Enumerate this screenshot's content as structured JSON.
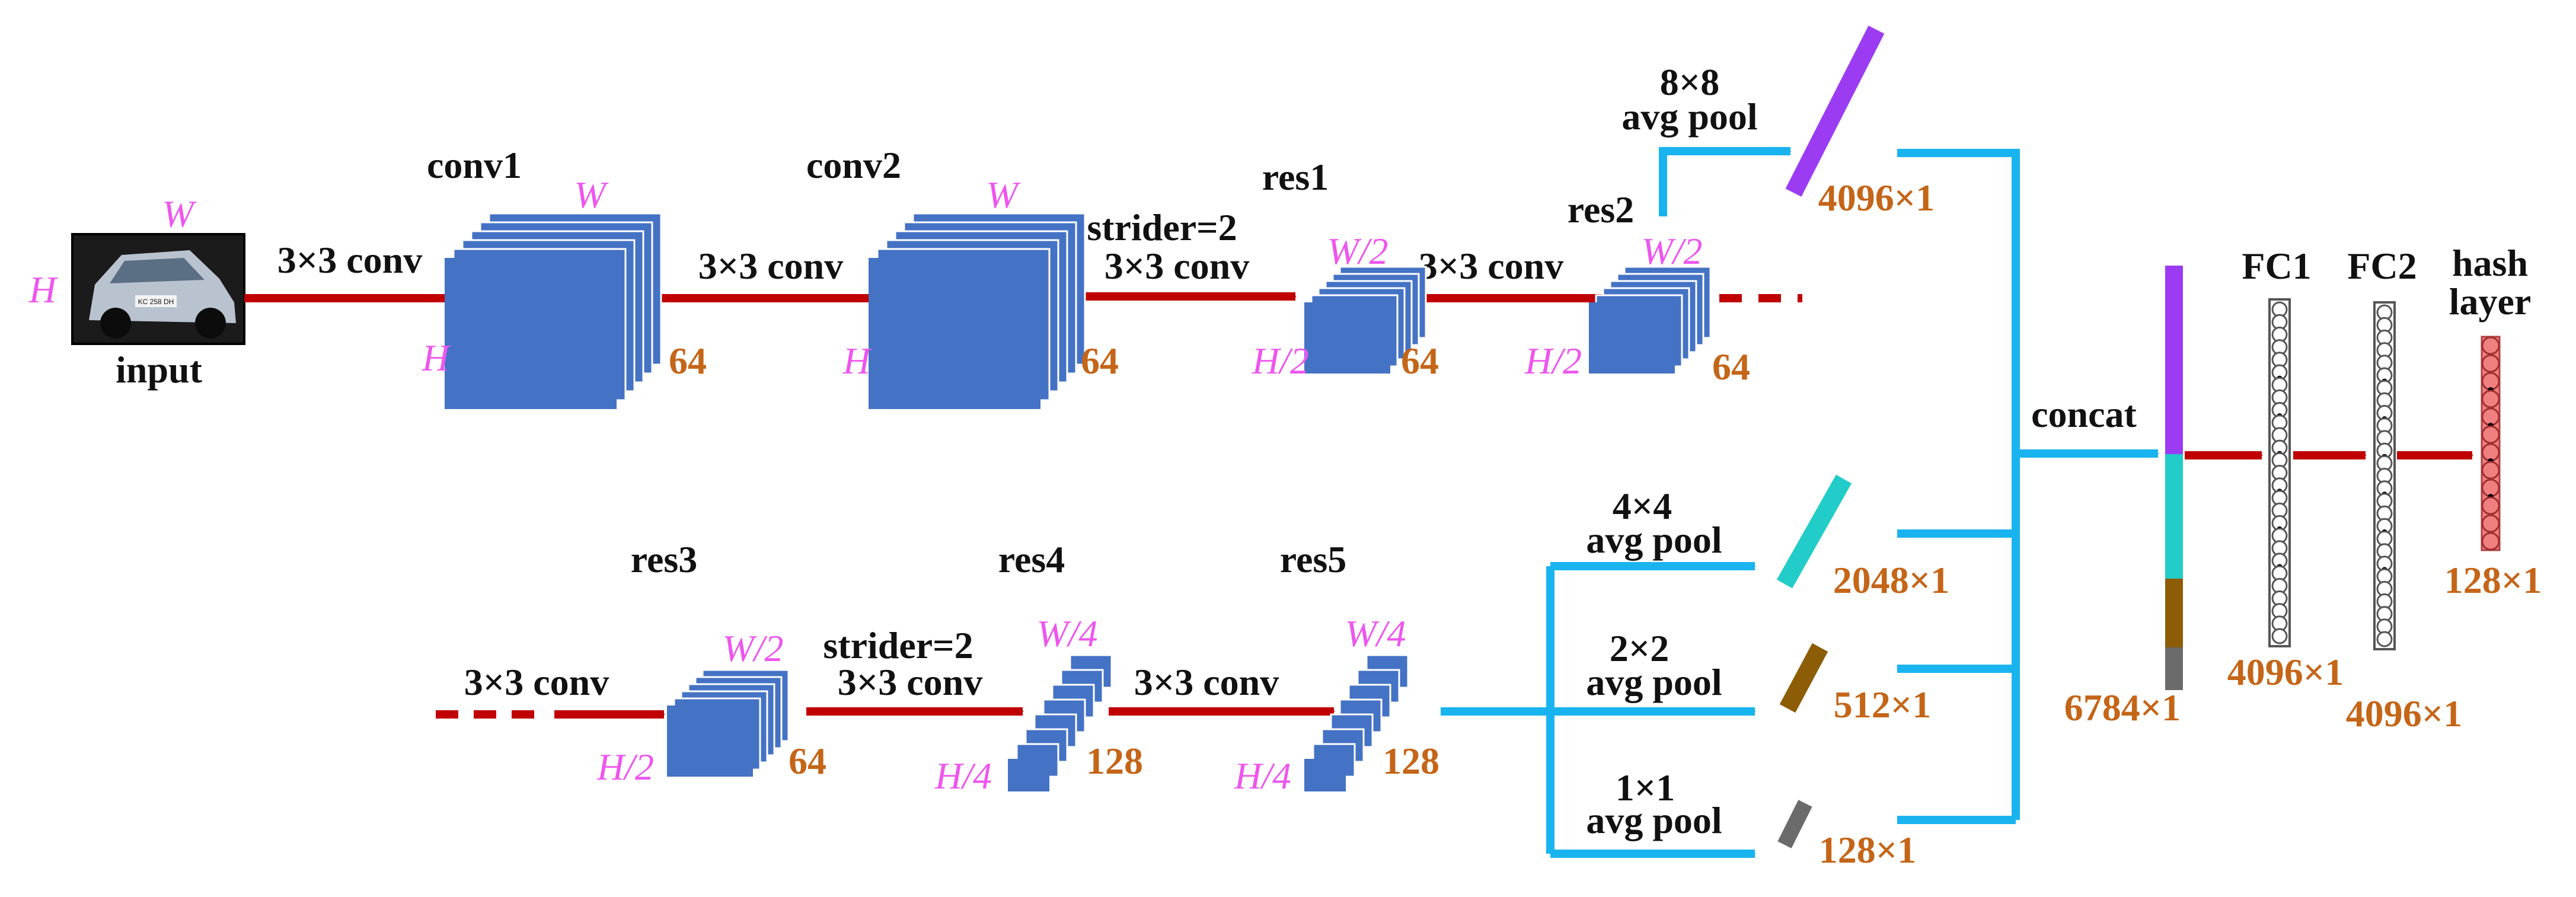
{
  "colors": {
    "block": "#4472c4",
    "block_edge": "#ffffff",
    "red_arrow": "#c00000",
    "blue_line": "#19b4ef",
    "dim_text": "#ee55ee",
    "num_text": "#c46518",
    "bar_purple": "#9b3cf3",
    "bar_cyan": "#22ccc8",
    "bar_brown": "#8c5c06",
    "bar_gray": "#6b6b6b",
    "hash_node": "#f08080"
  },
  "input": {
    "label": "input",
    "dim_w": "W",
    "dim_h": "H",
    "image_plate": "KC 258 DH"
  },
  "row1": {
    "edges": [
      {
        "label": "3×3 conv"
      },
      {
        "label": "3×3 conv"
      },
      {
        "label_line1": "strider=2",
        "label_line2": "3×3 conv"
      },
      {
        "label": "3×3 conv"
      }
    ],
    "blocks": [
      {
        "name": "conv1",
        "dim_w": "W",
        "dim_h": "H",
        "channels": "64"
      },
      {
        "name": "conv2",
        "dim_w": "W",
        "dim_h": "H",
        "channels": "64"
      },
      {
        "name": "res1",
        "dim_w": "W/2",
        "dim_h": "H/2",
        "channels": "64"
      },
      {
        "name": "res2",
        "dim_w": "W/2",
        "dim_h": "H/2",
        "channels": "64"
      }
    ]
  },
  "row2": {
    "edges": [
      {
        "label": "3×3 conv"
      },
      {
        "label_line1": "strider=2",
        "label_line2": "3×3 conv"
      },
      {
        "label": "3×3 conv"
      }
    ],
    "blocks": [
      {
        "name": "res3",
        "dim_w": "W/2",
        "dim_h": "H/2",
        "channels": "64"
      },
      {
        "name": "res4",
        "dim_w": "W/4",
        "dim_h": "H/4",
        "channels": "128"
      },
      {
        "name": "res5",
        "dim_w": "W/4",
        "dim_h": "H/4",
        "channels": "128"
      }
    ]
  },
  "pools": [
    {
      "line1": "8×8",
      "line2": "avg pool",
      "size": "4096×1"
    },
    {
      "line1": "4×4",
      "line2": "avg pool",
      "size": "2048×1"
    },
    {
      "line1": "2×2",
      "line2": "avg pool",
      "size": "512×1"
    },
    {
      "line1": "1×1",
      "line2": "avg pool",
      "size": "128×1"
    }
  ],
  "concat": {
    "label": "concat",
    "size": "6784×1"
  },
  "fc1": {
    "label": "FC1",
    "size": "4096×1"
  },
  "fc2": {
    "label": "FC2",
    "size": "4096×1"
  },
  "hash": {
    "label_line1": "hash",
    "label_line2": "layer",
    "size": "128×1"
  }
}
